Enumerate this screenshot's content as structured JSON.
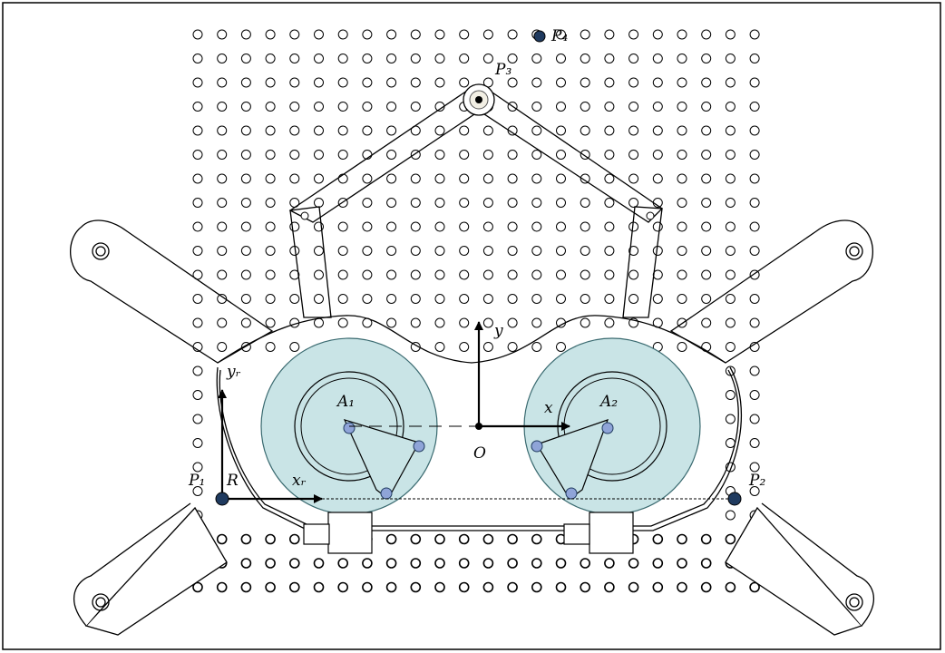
{
  "labels": {
    "P1": "P₁",
    "P2": "P₂",
    "P3": "P₃",
    "P4": "P₄",
    "R": "R",
    "O": "O",
    "A1": "A₁",
    "A2": "A₂",
    "xR": "xᵣ",
    "yR": "yᵣ",
    "x": "x",
    "y": "y"
  },
  "colors": {
    "line": "#000000",
    "hole": "#000000",
    "marker": "#1f3a5f",
    "disc_fill": "#c9e4e6",
    "disc_stroke": "#3a6a70",
    "screw": "#5a6fb0"
  },
  "icons": {
    "screw": "screw-icon",
    "pivot": "pivot-icon"
  }
}
